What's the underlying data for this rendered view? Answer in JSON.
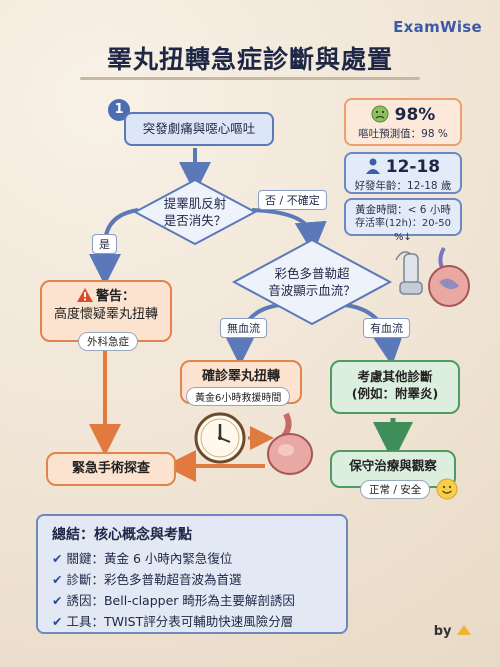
{
  "brand": "ExamWise",
  "title": "睪丸扭轉急症診斷與處置",
  "step_number": "1",
  "nodes": {
    "start": "突發劇痛與噁心嘔吐",
    "cremasteric_q": [
      "提睪肌反射",
      "是否消失？"
    ],
    "doppler_q": [
      "彩色多普勒超",
      "音波顯示血流？"
    ],
    "warning_title": "警告：",
    "warning_body": "高度懷疑睪丸扭轉",
    "warning_tag": "外科急症",
    "confirm_title": "確診睪丸扭轉",
    "confirm_tag": "黃金6小時救援時間",
    "other_title": "考慮其他診斷",
    "other_body": "(例如：附睪炎)",
    "surgery": "緊急手術探查",
    "conservative": "保守治療與觀察",
    "conservative_tag": "正常 / 安全"
  },
  "edges": {
    "yes": "是",
    "no_unsure": "否 / 不確定",
    "no_flow": "無血流",
    "has_flow": "有血流"
  },
  "stats": {
    "vomit_value": "98%",
    "vomit_label": "嘔吐預測值：98 %",
    "age_value": "12-18",
    "age_label": "好發年齡：12-18 歲",
    "golden_line1": "黃金時間：< 6 小時",
    "golden_line2": "存活率(12h)：20-50 %↓"
  },
  "summary": {
    "title": "總結：核心概念與考點",
    "items": [
      "關鍵：黃金 6 小時內緊急復位",
      "診斷：彩色多普勒超音波為首選",
      "誘因：Bell-clapper 畸形為主要解剖誘因",
      "工具：TWIST評分表可輔助快速風險分層"
    ]
  },
  "footer": "by",
  "colors": {
    "blue_border": "#5b79b8",
    "orange_border": "#e1844c",
    "green_border": "#4f9a63",
    "arrow_blue": "#5b79b8",
    "arrow_orange": "#e07a3e",
    "arrow_green": "#3f8d58"
  },
  "icons": [
    "warning-icon",
    "sick-face-icon",
    "person-icon",
    "clock-icon",
    "ultrasound-probe-icon",
    "testis-icon",
    "smile-icon",
    "check-icon"
  ]
}
